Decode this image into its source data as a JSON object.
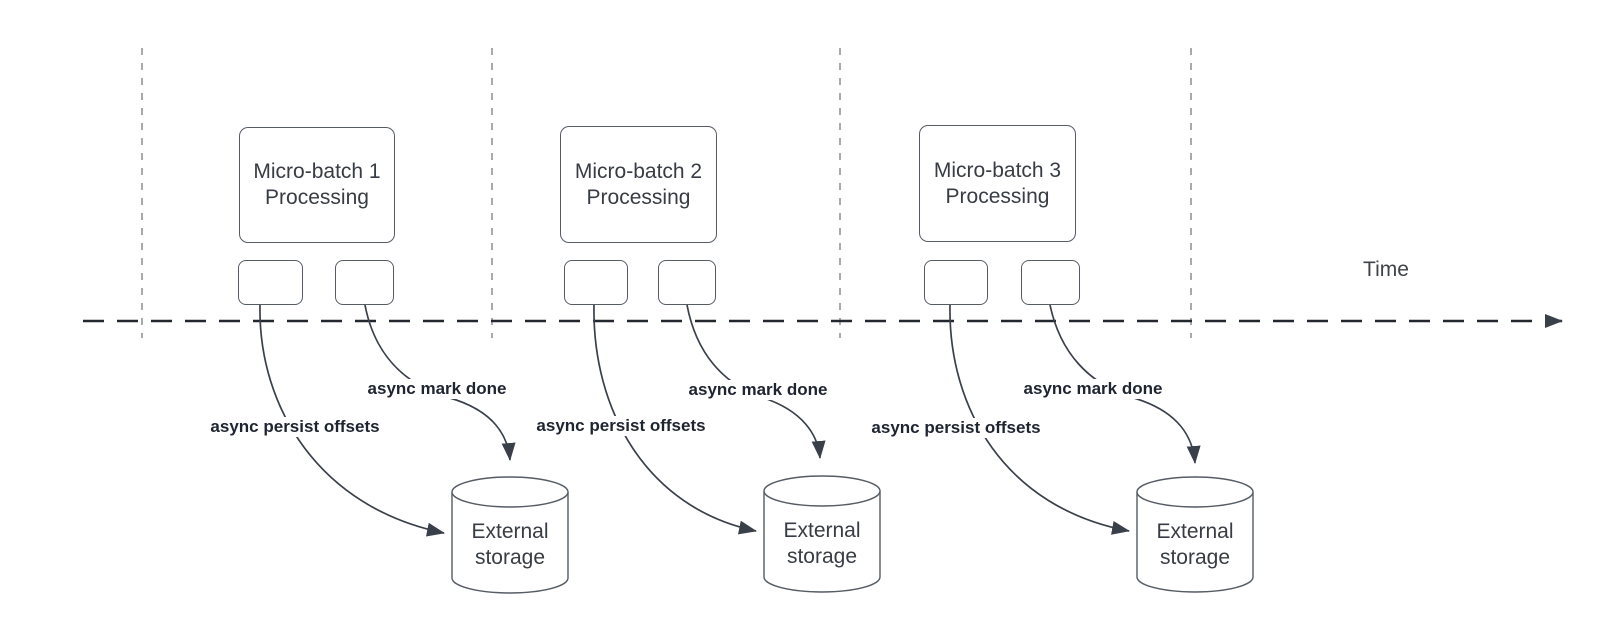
{
  "time_label": "Time",
  "groups": [
    {
      "title_line1": "Micro-batch 1",
      "title_line2": "Processing",
      "persist_label": "async persist offsets",
      "mark_done_label": "async mark done",
      "storage_line1": "External",
      "storage_line2": "storage"
    },
    {
      "title_line1": "Micro-batch 2",
      "title_line2": "Processing",
      "persist_label": "async persist offsets",
      "mark_done_label": "async mark done",
      "storage_line1": "External",
      "storage_line2": "storage"
    },
    {
      "title_line1": "Micro-batch 3",
      "title_line2": "Processing",
      "persist_label": "async persist offsets",
      "mark_done_label": "async mark done",
      "storage_line1": "External",
      "storage_line2": "storage"
    }
  ],
  "colors": {
    "connector": "#3a404a",
    "shape_border": "#565c64",
    "timeline": "#23272e",
    "guide_line": "#a8aaad",
    "label_text": "#1e2430",
    "shape_text": "#383c44"
  }
}
